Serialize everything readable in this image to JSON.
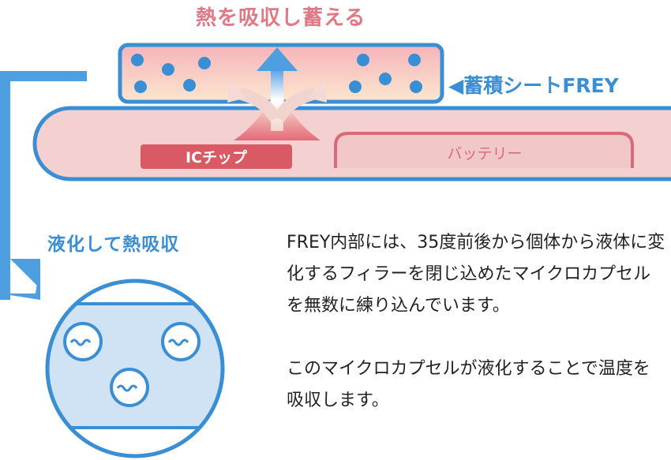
{
  "title": "熱を吸収し蓄える",
  "sheet_label": "◀蓄積シートFREY",
  "ic_label": "ICチップ",
  "battery_label": "バッテリー",
  "liquefy_label": "液化して熱吸収",
  "description": {
    "paragraph1": "FREY内部には、35度前後から個体から液体に変化するフィラーを閉じ込めたマイクロカプセルを無数に練り込んでいます。",
    "paragraph2": "このマイクロカプセルが液化することで温度を吸収します。"
  },
  "colors": {
    "blue": "#3a8fd4",
    "pink": "#e07886",
    "ic_red": "#d95a64",
    "light_blue": "#cfe3f5",
    "light_pink": "#f5d0d0"
  },
  "icons": [
    "heat-arrow-icon",
    "flow-arrow-icon",
    "microcapsule-icon"
  ]
}
